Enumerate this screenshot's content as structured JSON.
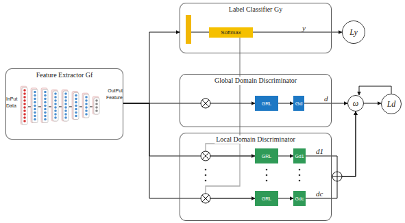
{
  "diagram": {
    "nodes": [
      {
        "text": [
          "Feature Extractor Gf"
        ]
      },
      {
        "text": [
          "Label Classifier Gy"
        ]
      },
      {
        "text": [
          "Softmax"
        ],
        "in": 1
      },
      {
        "text": [
          "Ly"
        ]
      },
      {
        "text": [
          "Global Domain Discriminator"
        ]
      },
      {
        "text": [
          "GRL"
        ],
        "in": 4
      },
      {
        "text": [
          "Gd"
        ],
        "in": 4
      },
      {
        "text": [
          "Local Domain Discriminator"
        ]
      },
      {
        "text": [
          "GRL"
        ],
        "in": 7
      },
      {
        "text": [
          "Gd1"
        ],
        "in": 7
      },
      {
        "text": [
          "GRL"
        ],
        "in": 7
      },
      {
        "text": [
          "Gdc"
        ],
        "in": 7
      },
      {
        "text": [
          "ω"
        ]
      },
      {
        "text": [
          "Ld"
        ]
      }
    ],
    "edges": [
      {
        "from": 0,
        "to": 1,
        "arrow": "to"
      },
      {
        "from": 2,
        "to": 3,
        "arrow": "to",
        "label": "y"
      },
      {
        "from": 0,
        "to": 5,
        "arrow": "to"
      },
      {
        "from": 5,
        "to": 6,
        "arrow": "to"
      },
      {
        "from": 6,
        "to": 12,
        "arrow": "to",
        "label": "d"
      },
      {
        "from": 2,
        "to": 8,
        "arrow": "to"
      },
      {
        "from": 2,
        "to": 10,
        "arrow": "to"
      },
      {
        "from": 0,
        "to": 8,
        "arrow": "to"
      },
      {
        "from": 8,
        "to": 9,
        "arrow": "to"
      },
      {
        "from": 0,
        "to": 10,
        "arrow": "to"
      },
      {
        "from": 10,
        "to": 11,
        "arrow": "to"
      },
      {
        "from": 9,
        "to": 12,
        "arrow": "to",
        "label": "d1"
      },
      {
        "from": 11,
        "to": 12,
        "arrow": "to",
        "label": "dc"
      },
      {
        "from": 12,
        "to": 13,
        "arrow": "to"
      },
      {
        "from": 13,
        "to": 12,
        "arrow": "to"
      }
    ],
    "labels": [
      "InPut Data",
      "OutPut Feature"
    ]
  }
}
